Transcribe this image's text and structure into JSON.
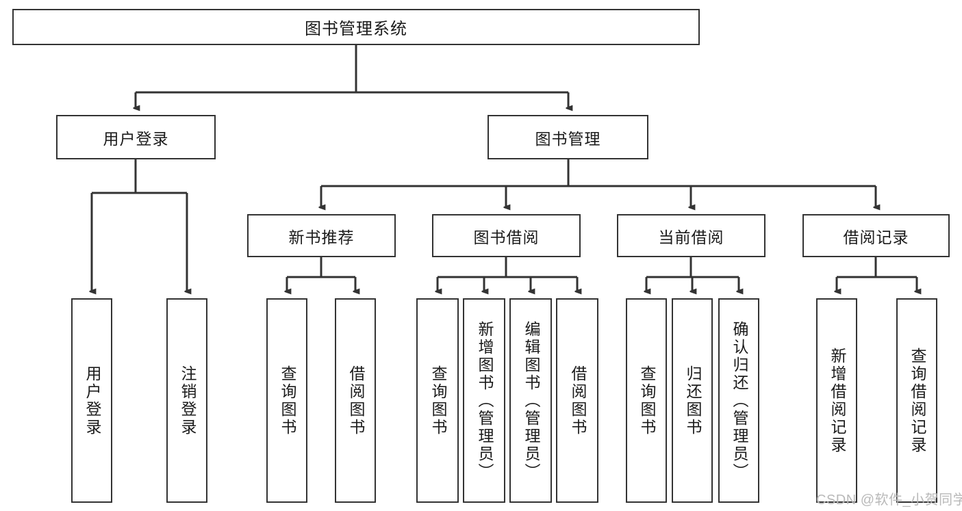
{
  "diagram": {
    "title_node": {
      "label": "图书管理系统"
    },
    "level2": [
      {
        "id": "user-login",
        "label": "用户登录"
      },
      {
        "id": "book-management",
        "label": "图书管理"
      }
    ],
    "level3": [
      {
        "id": "new-book-recommend",
        "label": "新书推荐"
      },
      {
        "id": "book-borrow",
        "label": "图书借阅"
      },
      {
        "id": "current-borrow",
        "label": "当前借阅"
      },
      {
        "id": "borrow-record",
        "label": "借阅记录"
      }
    ],
    "leaves": {
      "user_login": [
        {
          "id": "leaf-user-login",
          "label": "用户登录"
        },
        {
          "id": "leaf-logout-login",
          "label": "注销登录"
        }
      ],
      "new_book_recommend": [
        {
          "id": "leaf-query-book-1",
          "label": "查询图书"
        },
        {
          "id": "leaf-borrow-book-1",
          "label": "借阅图书"
        }
      ],
      "book_borrow": [
        {
          "id": "leaf-query-book-2",
          "label": "查询图书"
        },
        {
          "id": "leaf-add-book",
          "label": "新增图书（管理员）"
        },
        {
          "id": "leaf-edit-book",
          "label": "编辑图书（管理员）"
        },
        {
          "id": "leaf-borrow-book-2",
          "label": "借阅图书"
        }
      ],
      "current_borrow": [
        {
          "id": "leaf-query-book-3",
          "label": "查询图书"
        },
        {
          "id": "leaf-return-book",
          "label": "归还图书"
        },
        {
          "id": "leaf-confirm-return",
          "label": "确认归还（管理员）"
        }
      ],
      "borrow_record": [
        {
          "id": "leaf-add-record",
          "label": "新增借阅记录"
        },
        {
          "id": "leaf-query-record",
          "label": "查询借阅记录"
        }
      ]
    }
  },
  "watermark": {
    "text": "CSDN @软件_小贺同学"
  },
  "colors": {
    "stroke": "#333333",
    "background": "#ffffff",
    "text": "#1b1b1b",
    "watermark": "#b9b9b9"
  }
}
